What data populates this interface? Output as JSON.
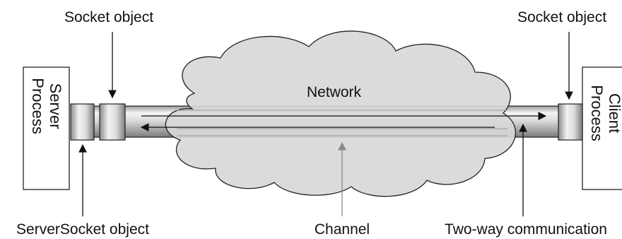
{
  "diagram": {
    "labels": {
      "socket_left": "Socket object",
      "socket_right": "Socket object",
      "server_socket": "ServerSocket object",
      "channel": "Channel",
      "two_way": "Two-way communication",
      "network": "Network"
    },
    "server_process": {
      "line1": "Server",
      "line2": "Process"
    },
    "client_process": {
      "line1": "Client",
      "line2": "Process"
    }
  }
}
